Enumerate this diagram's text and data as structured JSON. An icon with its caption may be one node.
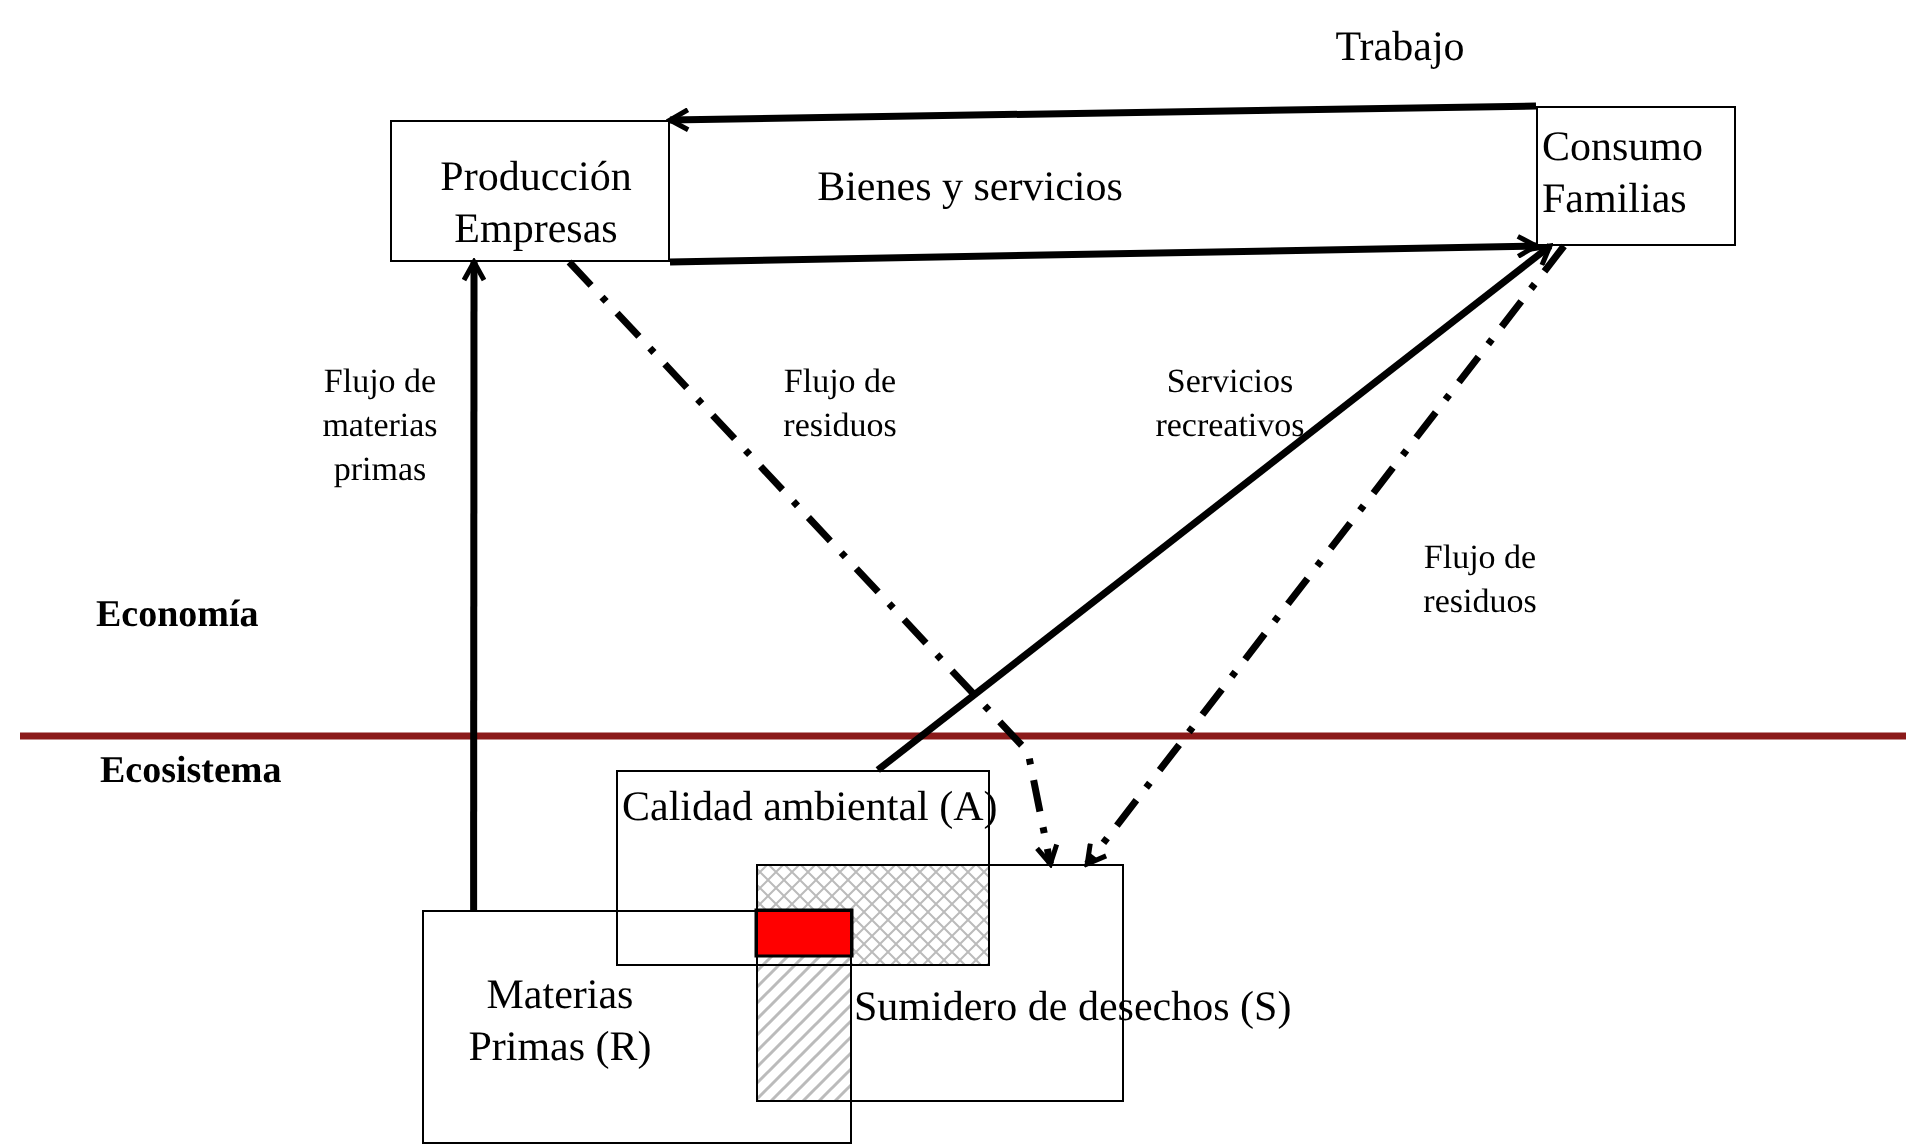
{
  "diagram": {
    "nodes": [
      {
        "text": [
          "Producción Empresas"
        ]
      },
      {
        "text": [
          "Consumo Familias"
        ]
      },
      {
        "text": [
          "Calidad ambiental (A)"
        ]
      },
      {
        "text": [
          "Sumidero de desechos (S)"
        ]
      },
      {
        "text": [
          "Materias Primas (R)"
        ]
      }
    ],
    "edges": [
      {
        "from": 1,
        "to": 0,
        "arrow": "to",
        "label": "Trabajo"
      },
      {
        "from": 0,
        "to": 1,
        "arrow": "to",
        "label": "Bienes y servicios"
      },
      {
        "from": 4,
        "to": 0,
        "arrow": "to",
        "label": "Flujo de materias primas"
      },
      {
        "from": 0,
        "to": 3,
        "arrow": "to",
        "label": "Flujo de residuos",
        "style": "dashed"
      },
      {
        "from": 2,
        "to": 1,
        "arrow": "to",
        "label": "Servicios recreativos"
      },
      {
        "from": 1,
        "to": 3,
        "arrow": "to",
        "label": "Flujo de residuos",
        "style": "dashed"
      }
    ],
    "labels": [
      "Economía",
      "Ecosistema"
    ]
  }
}
